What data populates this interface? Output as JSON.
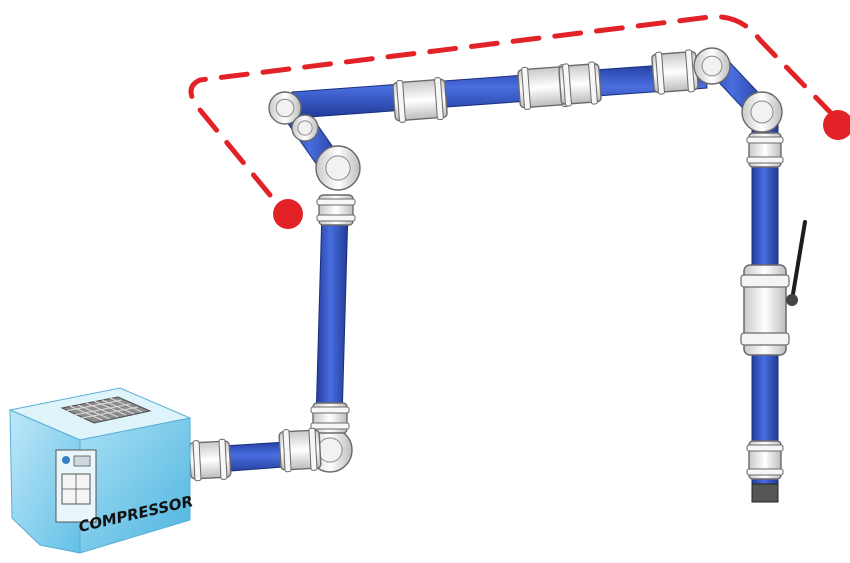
{
  "compressor": {
    "label": "COMPRESSOR"
  },
  "colors": {
    "pipe": "#2f4fc4",
    "pipe_highlight": "#6f8ef0",
    "fitting": "#eeeeee",
    "fitting_stroke": "#6a6a6a",
    "dashed_path": "#e32228",
    "compressor_face": "#8fd3ee",
    "compressor_top": "#d6f0fb",
    "compressor_side": "#5fb9e0"
  },
  "icons": [
    "dashed-route-line",
    "endpoint-dot-left",
    "endpoint-dot-right",
    "ball-valve-handle",
    "compressor-box"
  ]
}
